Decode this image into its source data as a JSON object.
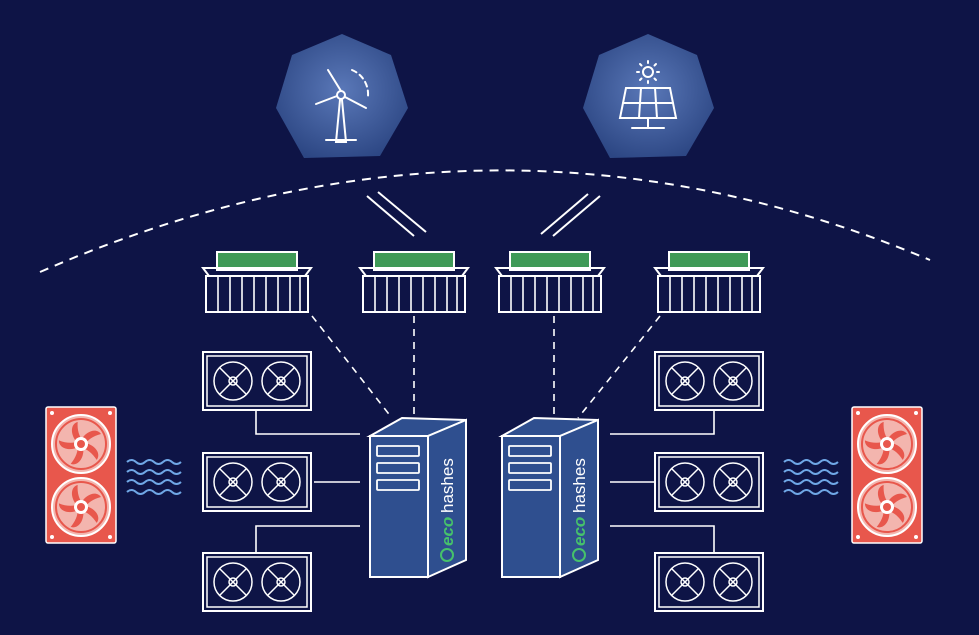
{
  "diagram": {
    "colors": {
      "background": "#0e1446",
      "line": "#ffffff",
      "container_roof": "#3f9a57",
      "server_fill": "#2f4f8f",
      "brand_green": "#46c26b",
      "fan_red": "#e8574c",
      "fan_blade": "#f3b5ae",
      "hex_fill": "#3a5592",
      "wave": "#6fa7e6"
    },
    "energy_sources": [
      {
        "icon": "wind-turbine-icon"
      },
      {
        "icon": "solar-panel-icon"
      }
    ],
    "servers": [
      {
        "brand_prefix": "eco",
        "brand_suffix": "hashes",
        "icon": "server-tower-icon"
      },
      {
        "brand_prefix": "eco",
        "brand_suffix": "hashes",
        "icon": "server-tower-icon"
      }
    ],
    "containers_count": 4,
    "miners_per_side": 3,
    "cooling_units": [
      {
        "icon": "cooling-fan-icon",
        "waves_icon": "heat-waves-icon"
      },
      {
        "icon": "cooling-fan-icon",
        "waves_icon": "heat-waves-icon"
      }
    ]
  }
}
